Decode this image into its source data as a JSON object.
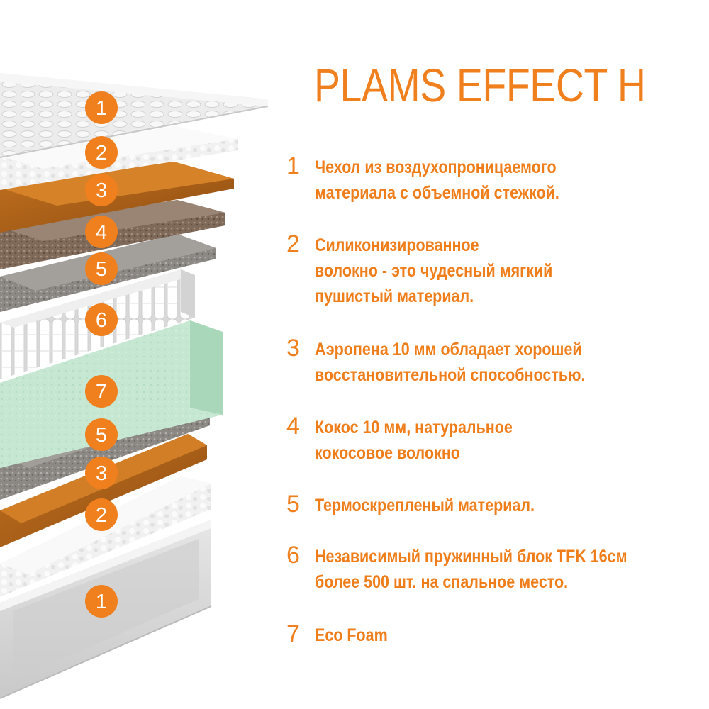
{
  "title": "PLAMS EFFECT H",
  "colors": {
    "accent": "#f07f1d",
    "foam_green": "#c6e7d2",
    "aerofoam_brown": "#c06c1e",
    "coconut_brown": "#87705f",
    "thermo_grey": "#8b8682",
    "fiber_white": "#f2f2f2",
    "cover_white": "#e9e9e9"
  },
  "layers": [
    {
      "badge": "1",
      "icon": "quilted-cover-layer"
    },
    {
      "badge": "2",
      "icon": "silicone-fiber-layer"
    },
    {
      "badge": "3",
      "icon": "aerofoam-layer"
    },
    {
      "badge": "4",
      "icon": "coconut-layer"
    },
    {
      "badge": "5",
      "icon": "thermo-bonded-layer"
    },
    {
      "badge": "6",
      "icon": "pocket-spring-block"
    },
    {
      "badge": "7",
      "icon": "eco-foam-layer"
    },
    {
      "badge": "5",
      "icon": "thermo-bonded-layer"
    },
    {
      "badge": "3",
      "icon": "aerofoam-layer"
    },
    {
      "badge": "2",
      "icon": "silicone-fiber-layer"
    },
    {
      "badge": "1",
      "icon": "quilted-cover-layer"
    }
  ],
  "legend": [
    {
      "number": "1",
      "text": "Чехол из воздухопроницаемого\nматериала с объемной стежкой."
    },
    {
      "number": "2",
      "text": "Силиконизированное\nволокно - это чудесный мягкий\nпушистый материал."
    },
    {
      "number": "3",
      "text": "Аэропена 10 мм обладает хорошей\nвосстановительной способностью."
    },
    {
      "number": "4",
      "text": "Кокос 10 мм, натуральное\nкокосовое волокно"
    },
    {
      "number": "5",
      "text": "Термоскрепленый материал."
    },
    {
      "number": "6",
      "text": "Независимый пружинный блок TFK 16см\nболее 500 шт. на спальное место."
    },
    {
      "number": "7",
      "text": "Eco Foam"
    }
  ]
}
